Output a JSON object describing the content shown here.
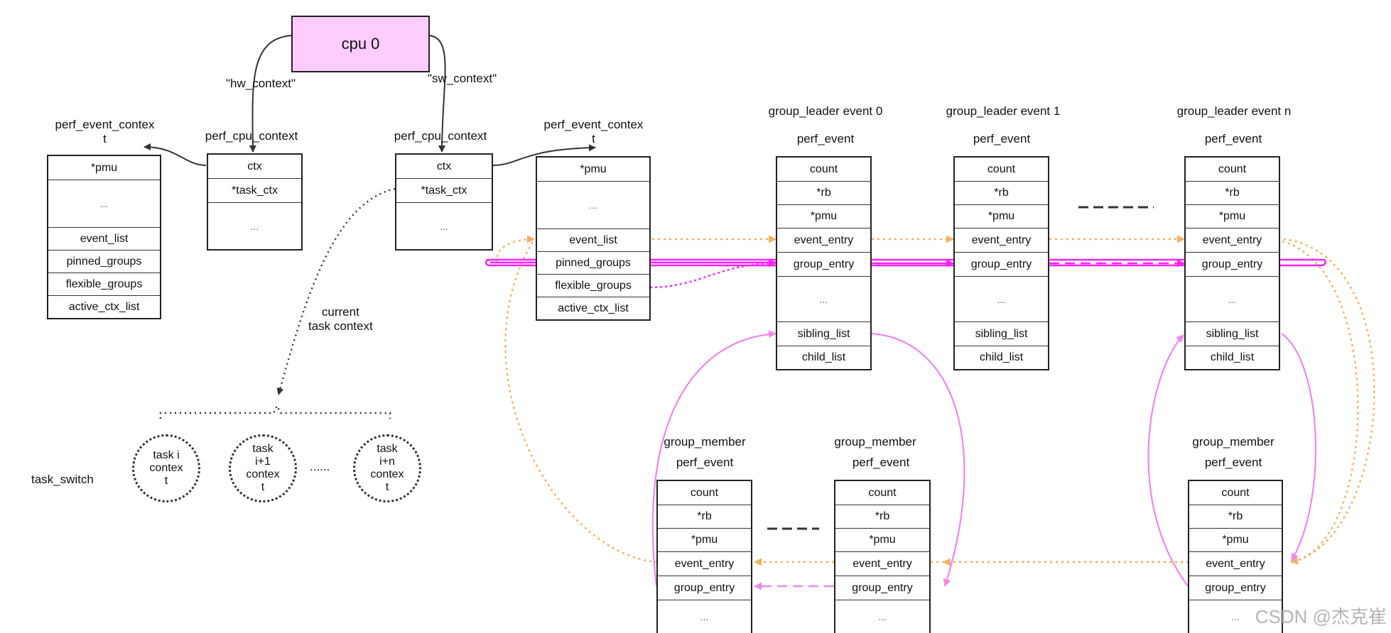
{
  "cpu": {
    "label": "cpu 0"
  },
  "edge_labels": {
    "hw_context": "\"hw_context\"",
    "sw_context": "\"sw_context\"",
    "current_task": "current\ntask context"
  },
  "structs": {
    "pctx_left": {
      "title": "perf_event_contex\nt",
      "fields": [
        "*pmu",
        "...",
        "event_list",
        "pinned_groups",
        "flexible_groups",
        "active_ctx_list"
      ]
    },
    "cpuctx_left": {
      "title": "perf_cpu_context",
      "fields": [
        "ctx",
        "*task_ctx",
        "..."
      ]
    },
    "cpuctx_right": {
      "title": "perf_cpu_context",
      "fields": [
        "ctx",
        "*task_ctx",
        "..."
      ]
    },
    "pctx_right": {
      "title": "perf_event_contex\nt",
      "fields": [
        "*pmu",
        "...",
        "event_list",
        "pinned_groups",
        "flexible_groups",
        "active_ctx_list"
      ]
    },
    "leader0": {
      "title": "group_leader event 0",
      "subtitle": "perf_event",
      "fields": [
        "count",
        "*rb",
        "*pmu",
        "event_entry",
        "group_entry",
        "...",
        "sibling_list",
        "child_list"
      ]
    },
    "leader1": {
      "title": "group_leader event 1",
      "subtitle": "perf_event",
      "fields": [
        "count",
        "*rb",
        "*pmu",
        "event_entry",
        "group_entry",
        "...",
        "sibling_list",
        "child_list"
      ]
    },
    "leadern": {
      "title": "group_leader event n",
      "subtitle": "perf_event",
      "fields": [
        "count",
        "*rb",
        "*pmu",
        "event_entry",
        "group_entry",
        "...",
        "sibling_list",
        "child_list"
      ]
    },
    "member_a": {
      "title": "group_member",
      "subtitle": "perf_event",
      "fields": [
        "count",
        "*rb",
        "*pmu",
        "event_entry",
        "group_entry",
        "..."
      ]
    },
    "member_b": {
      "title": "group_member",
      "subtitle": "perf_event",
      "fields": [
        "count",
        "*rb",
        "*pmu",
        "event_entry",
        "group_entry",
        "..."
      ]
    },
    "member_c": {
      "title": "group_member",
      "subtitle": "perf_event",
      "fields": [
        "count",
        "*rb",
        "*pmu",
        "event_entry",
        "group_entry",
        "..."
      ]
    }
  },
  "tasks": {
    "label": "task_switch",
    "circles": [
      "task i\ncontex\nt",
      "task\ni+1\ncontex\nt",
      "task\ni+n\ncontex\nt"
    ],
    "ellipsis": "......"
  },
  "watermark": "CSDN @杰克崔",
  "colors": {
    "cpu_fill": "#ffccff",
    "orange": "#f5b060",
    "magenta": "#ff22ff",
    "pink": "#ee88ee",
    "dark": "#333333"
  }
}
